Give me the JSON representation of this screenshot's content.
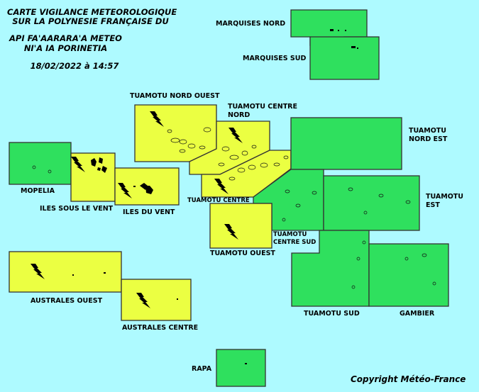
{
  "header": {
    "line1": "CARTE VIGILANCE METEOROLOGIQUE",
    "line2": "SUR LA POLYNESIE FRANÇAISE DU",
    "line3": "API FA'AARARA'A METEO",
    "line4": "NI'A IA PORINETIA",
    "datetime": "18/02/2022 à 14:57"
  },
  "zones": {
    "marquises_nord": {
      "label": "MARQUISES NORD",
      "level": "green"
    },
    "marquises_sud": {
      "label": "MARQUISES SUD",
      "level": "green"
    },
    "tuamotu_nord_ouest": {
      "label": "TUAMOTU NORD OUEST",
      "level": "yellow",
      "hazard": "thunderstorm"
    },
    "tuamotu_centre_nord": {
      "label_line1": "TUAMOTU CENTRE",
      "label_line2": "NORD",
      "level": "yellow",
      "hazard": "thunderstorm"
    },
    "tuamotu_nord_est": {
      "label_line1": "TUAMOTU",
      "label_line2": "NORD EST",
      "level": "green"
    },
    "mopelia": {
      "label": "MOPELIA",
      "level": "green"
    },
    "iles_sous_le_vent": {
      "label": "ILES SOUS LE VENT",
      "level": "yellow",
      "hazard": "thunderstorm"
    },
    "iles_du_vent": {
      "label": "ILES DU VENT",
      "level": "yellow",
      "hazard": "thunderstorm"
    },
    "tuamotu_centre": {
      "label": "TUAMOTU CENTRE",
      "level": "yellow",
      "hazard": "thunderstorm"
    },
    "tuamotu_est": {
      "label_line1": "TUAMOTU",
      "label_line2": "EST",
      "level": "green"
    },
    "tuamotu_centre_sud": {
      "label_line1": "TUAMOTU",
      "label_line2": "CENTRE SUD",
      "level": "green"
    },
    "tuamotu_ouest": {
      "label": "TUAMOTU OUEST",
      "level": "yellow",
      "hazard": "thunderstorm"
    },
    "australes_ouest": {
      "label": "AUSTRALES OUEST",
      "level": "yellow",
      "hazard": "thunderstorm"
    },
    "australes_centre": {
      "label": "AUSTRALES CENTRE",
      "level": "yellow",
      "hazard": "thunderstorm"
    },
    "tuamotu_sud": {
      "label": "TUAMOTU SUD",
      "level": "green"
    },
    "gambier": {
      "label": "GAMBIER",
      "level": "green"
    },
    "rapa": {
      "label": "RAPA",
      "level": "green"
    }
  },
  "footer": {
    "copyright": "Copyright Météo-France"
  },
  "colors": {
    "sea": "#aefaff",
    "green": "#2fe05e",
    "yellow": "#ebff42",
    "border": "#333333"
  },
  "icons": {
    "hazard": "lightning-bolt-icon"
  }
}
